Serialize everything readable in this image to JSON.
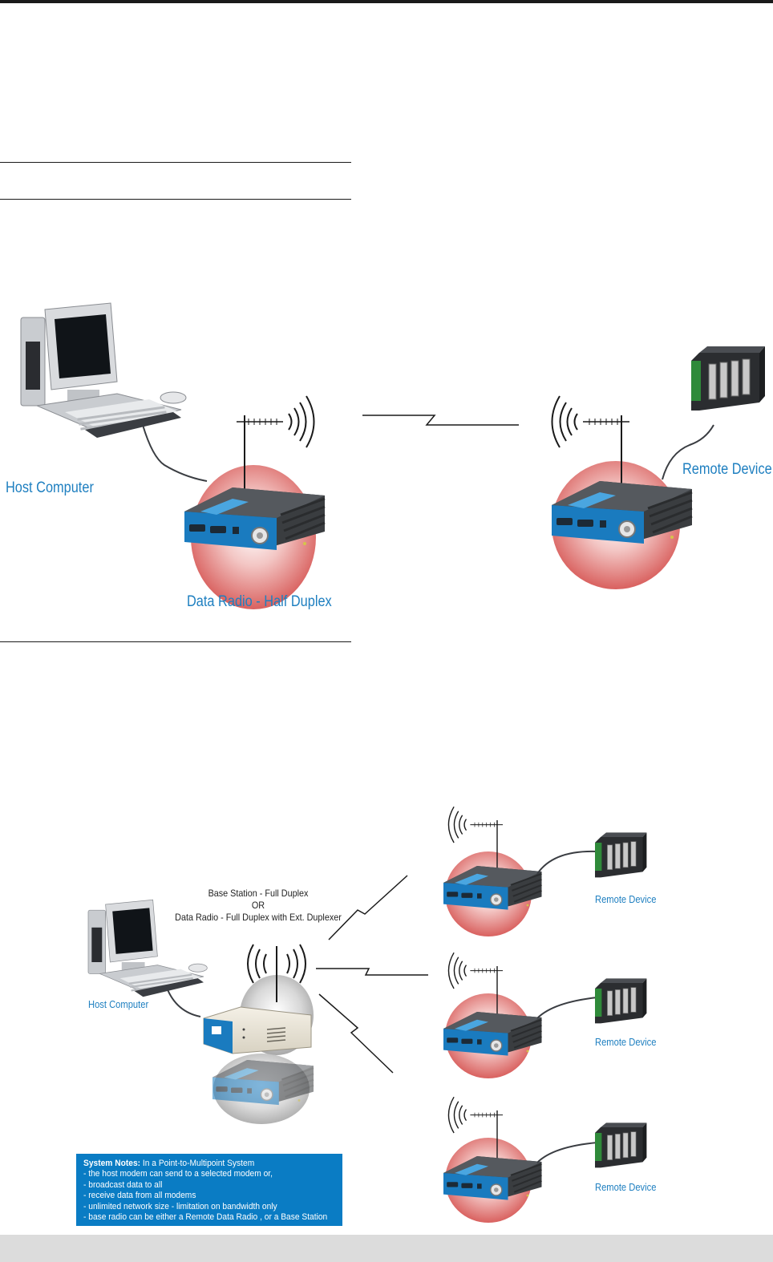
{
  "colors": {
    "label_blue": "#1e7fc0",
    "notes_bg": "#0a7cc4",
    "footer_bg": "#dcdcdc",
    "radio_body": "#3a3d40",
    "radio_panel": "#1a7bbf",
    "halo": "#e07a78"
  },
  "diagram1": {
    "host_label": "Host Computer",
    "radio_label": "Data Radio - Half Duplex",
    "remote_label": "Remote Device"
  },
  "diagram2": {
    "base_line1": "Base Station - Full Duplex",
    "base_line2": "OR",
    "base_line3": "Data Radio - Full Duplex with Ext. Duplexer",
    "host_label": "Host Computer",
    "remotes": [
      {
        "label": "Remote Device"
      },
      {
        "label": "Remote Device"
      },
      {
        "label": "Remote Device"
      }
    ],
    "notes": {
      "title": "System Notes:",
      "intro": " In a Point-to-Multipoint System",
      "lines": [
        "- the host modem can send to a selected modem or,",
        "- broadcast data to all",
        "- receive data from all modems",
        "- unlimited network size - limitation on bandwidth only",
        "- base radio can be either a Remote Data Radio , or a Base Station"
      ]
    }
  }
}
